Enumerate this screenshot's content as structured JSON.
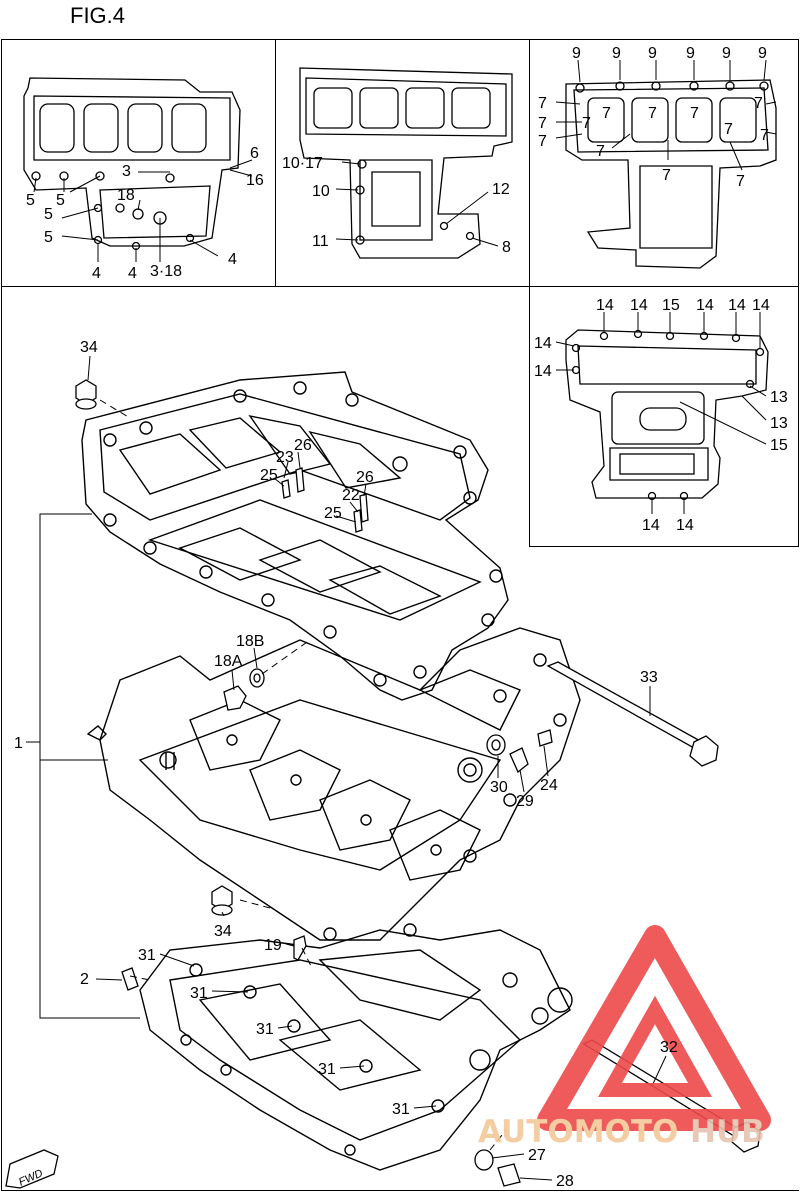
{
  "figure": {
    "title": "FIG.4"
  },
  "fwd_badge": "FWD",
  "watermark": {
    "text_a": "AUTOMOTO",
    "text_b": "HUB",
    "color_a": "#f4c89a",
    "color_b": "#e6c3b0",
    "triangle_color": "#ee4a4a"
  },
  "callouts": {
    "p1": [
      "6",
      "16",
      "3",
      "18",
      "5",
      "5",
      "5",
      "5",
      "4",
      "4",
      "3·18",
      "4"
    ],
    "p2": [
      "10·17",
      "10",
      "11",
      "12",
      "8"
    ],
    "p3": [
      "9",
      "9",
      "9",
      "9",
      "9",
      "9",
      "7",
      "7",
      "7",
      "7",
      "7",
      "7",
      "7",
      "7",
      "7",
      "7",
      "7",
      "7",
      "7"
    ],
    "p4": [
      "14",
      "14",
      "15",
      "14",
      "14",
      "14",
      "14",
      "14",
      "13",
      "13",
      "15",
      "14",
      "14"
    ],
    "main": [
      "34",
      "26",
      "23",
      "25",
      "26",
      "22",
      "25",
      "18B",
      "18A",
      "1",
      "33",
      "30",
      "24",
      "29",
      "34",
      "19",
      "31",
      "2",
      "31",
      "31",
      "31",
      "31",
      "32",
      "27",
      "28"
    ]
  }
}
